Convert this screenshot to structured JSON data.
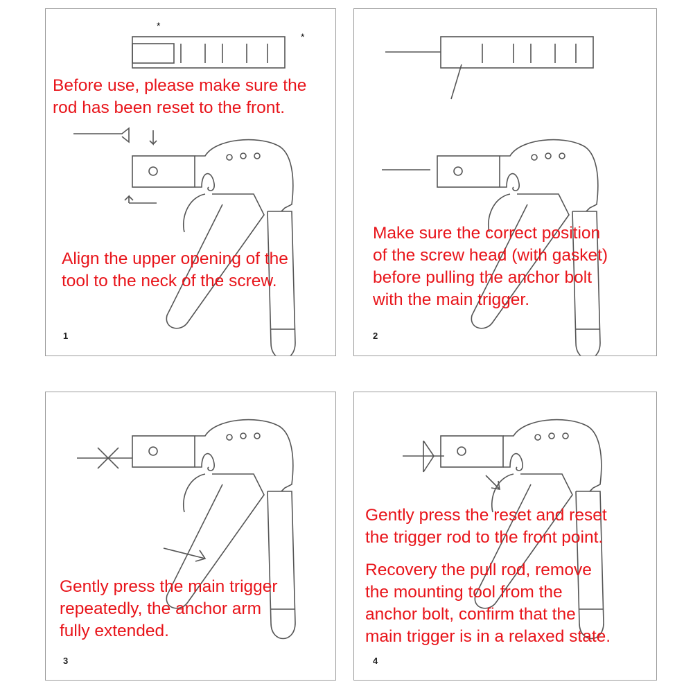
{
  "panels": [
    {
      "number": "1",
      "texts": [
        "Before use, please make sure the",
        "rod has been reset to the front.",
        "Align the upper opening of the",
        "tool to the neck of the screw."
      ],
      "markers": [
        "*",
        "*"
      ]
    },
    {
      "number": "2",
      "texts": [
        "Make sure the correct position",
        "of the screw head (with gasket)",
        "before pulling the anchor bolt",
        "with the main trigger."
      ]
    },
    {
      "number": "3",
      "texts": [
        "Gently press the main trigger",
        "repeatedly, the anchor arm",
        "fully extended."
      ]
    },
    {
      "number": "4",
      "texts": [
        "Gently press the reset and reset",
        "the trigger rod to the front point.",
        "Recovery the pull rod, remove",
        "the mounting tool from the",
        "anchor bolt, confirm that the",
        "main trigger is in a relaxed state."
      ]
    }
  ],
  "colors": {
    "text": "#e8141a",
    "border": "#9a9a9a",
    "drawing": "#555555"
  }
}
